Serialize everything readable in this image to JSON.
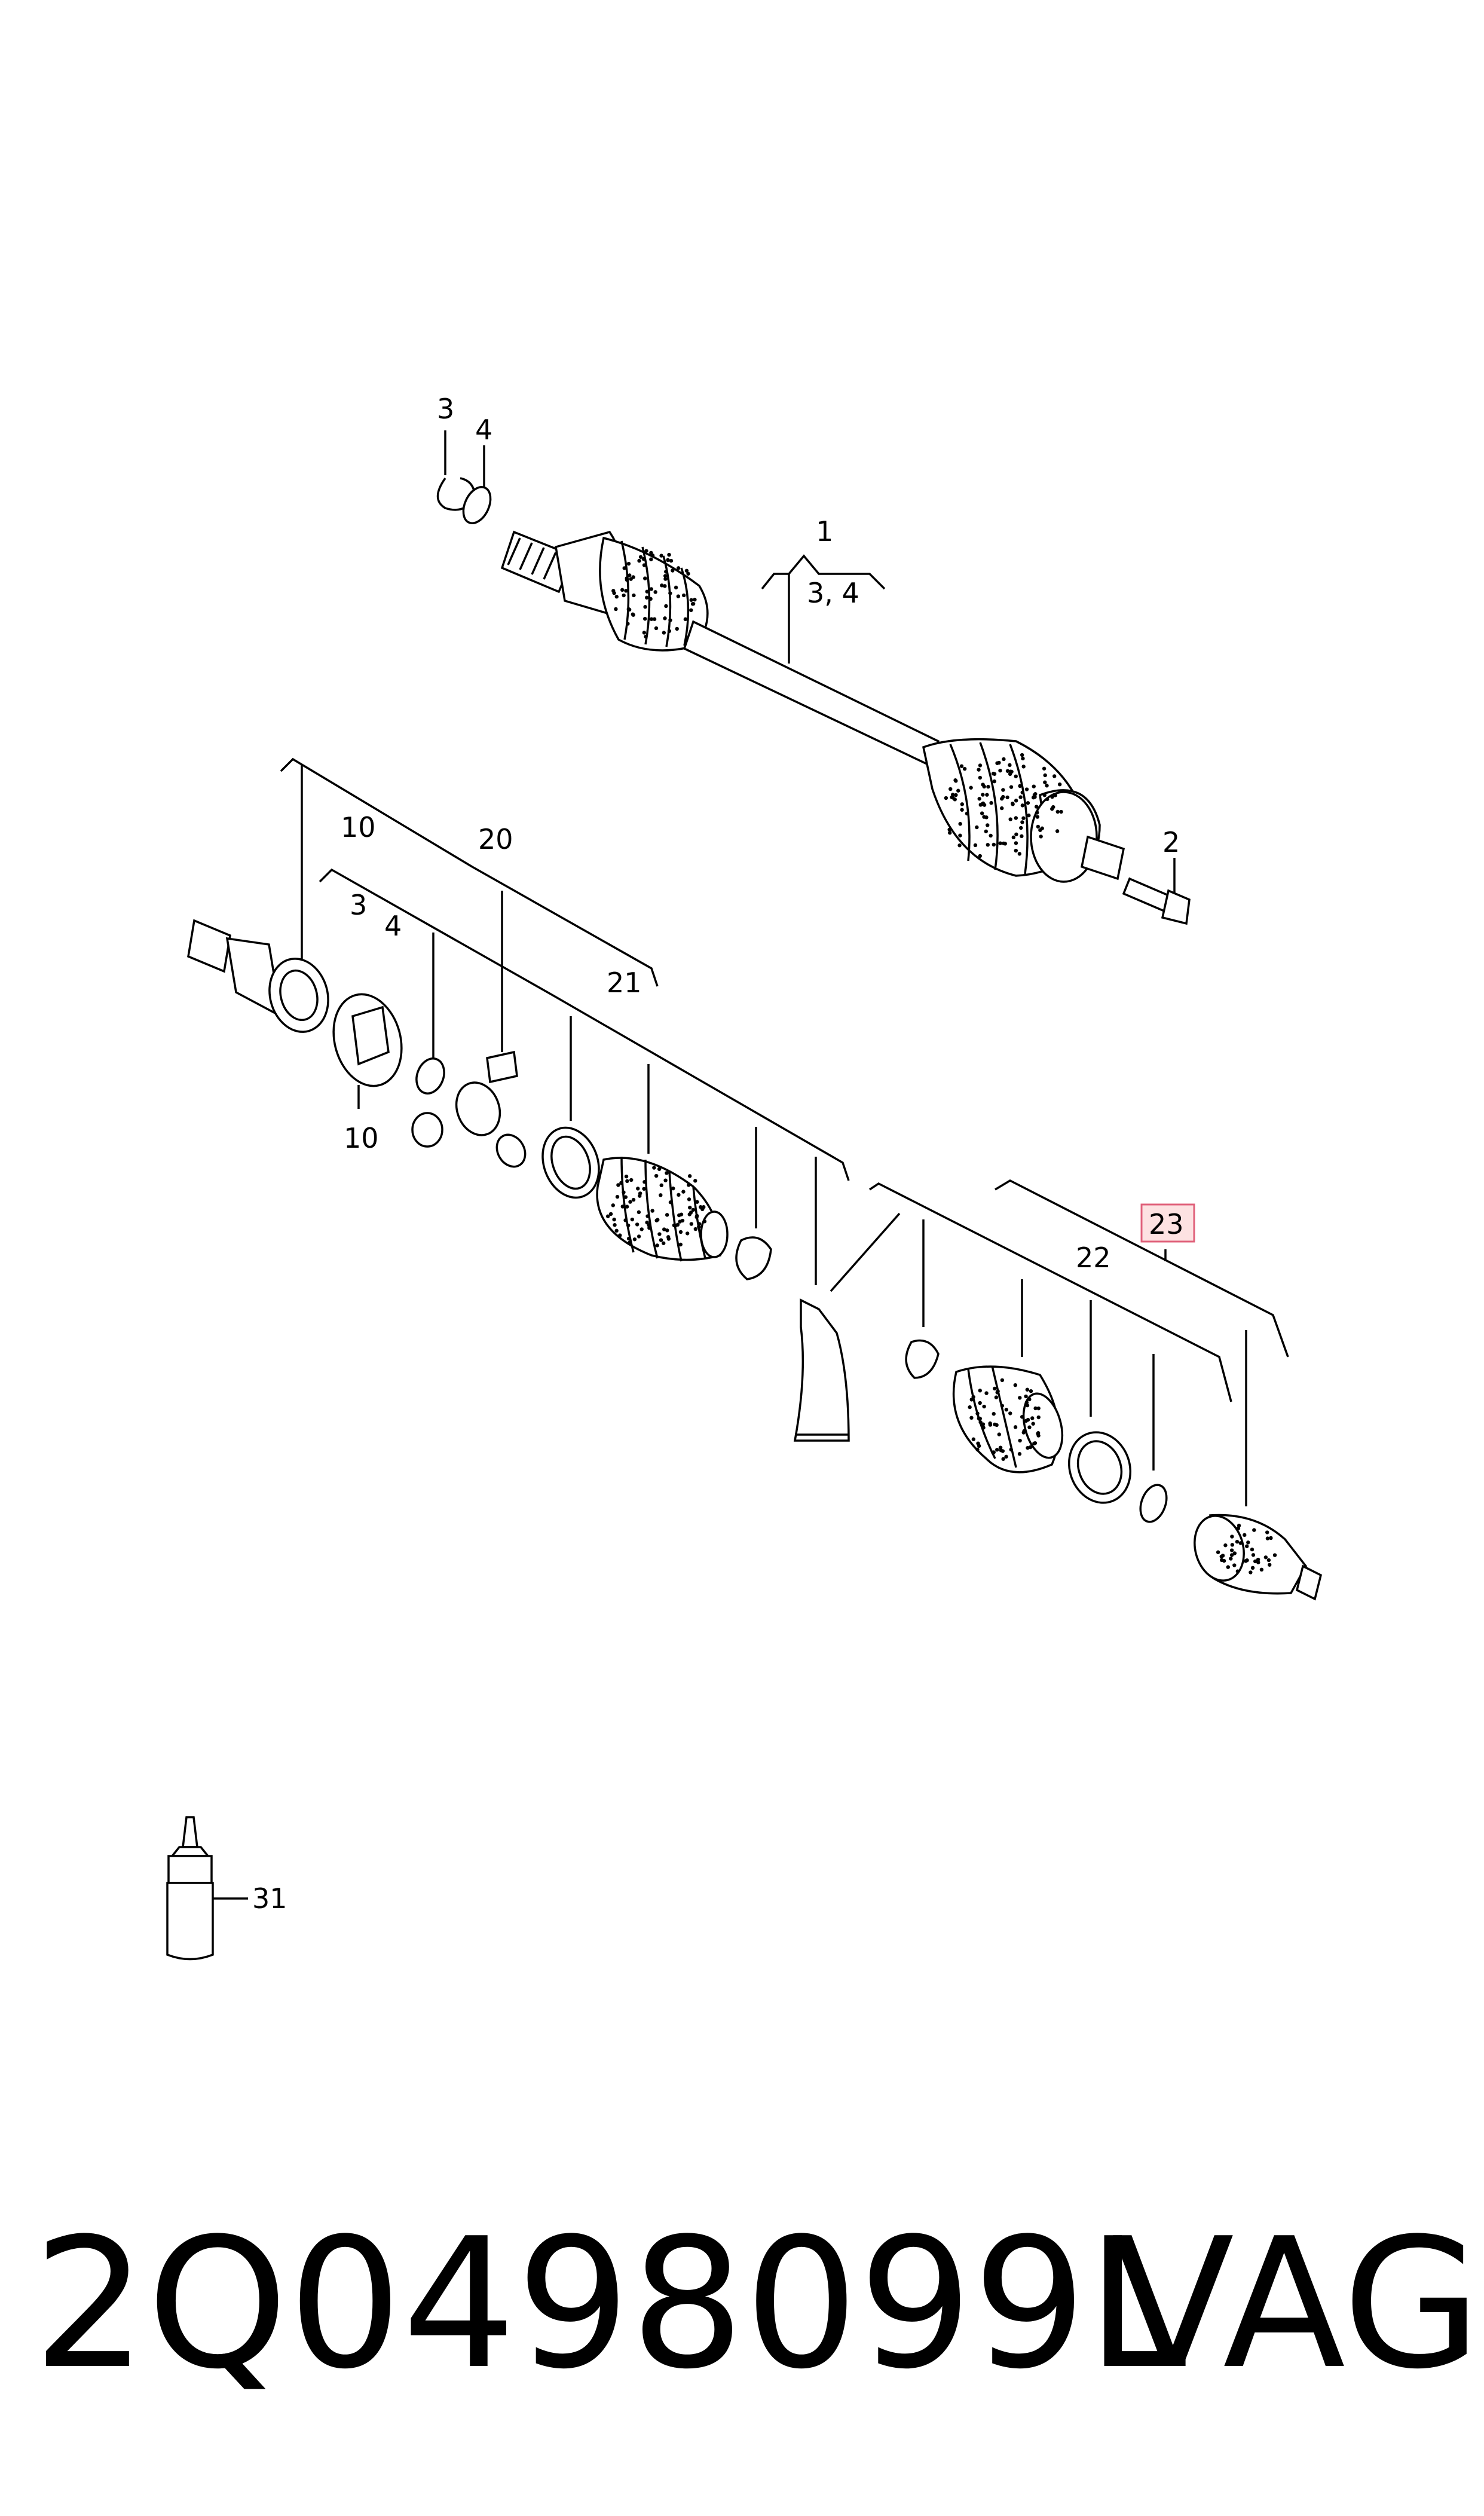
{
  "labels": {
    "l1": "1",
    "l34_top": "3, 4",
    "l2": "2",
    "l3_top": "3",
    "l4_top": "4",
    "l10_a": "10",
    "l20": "20",
    "l3_mid": "3",
    "l4_mid": "4",
    "l21": "21",
    "l10_b": "10",
    "l22": "22",
    "l23": "23",
    "l31": "31"
  },
  "footer": {
    "part_number": "2Q0498099L",
    "brand": "VAG"
  },
  "colors": {
    "highlight_fill": "#fde2e2",
    "highlight_stroke": "#e0607a",
    "highlight_text": "#c0392b"
  }
}
